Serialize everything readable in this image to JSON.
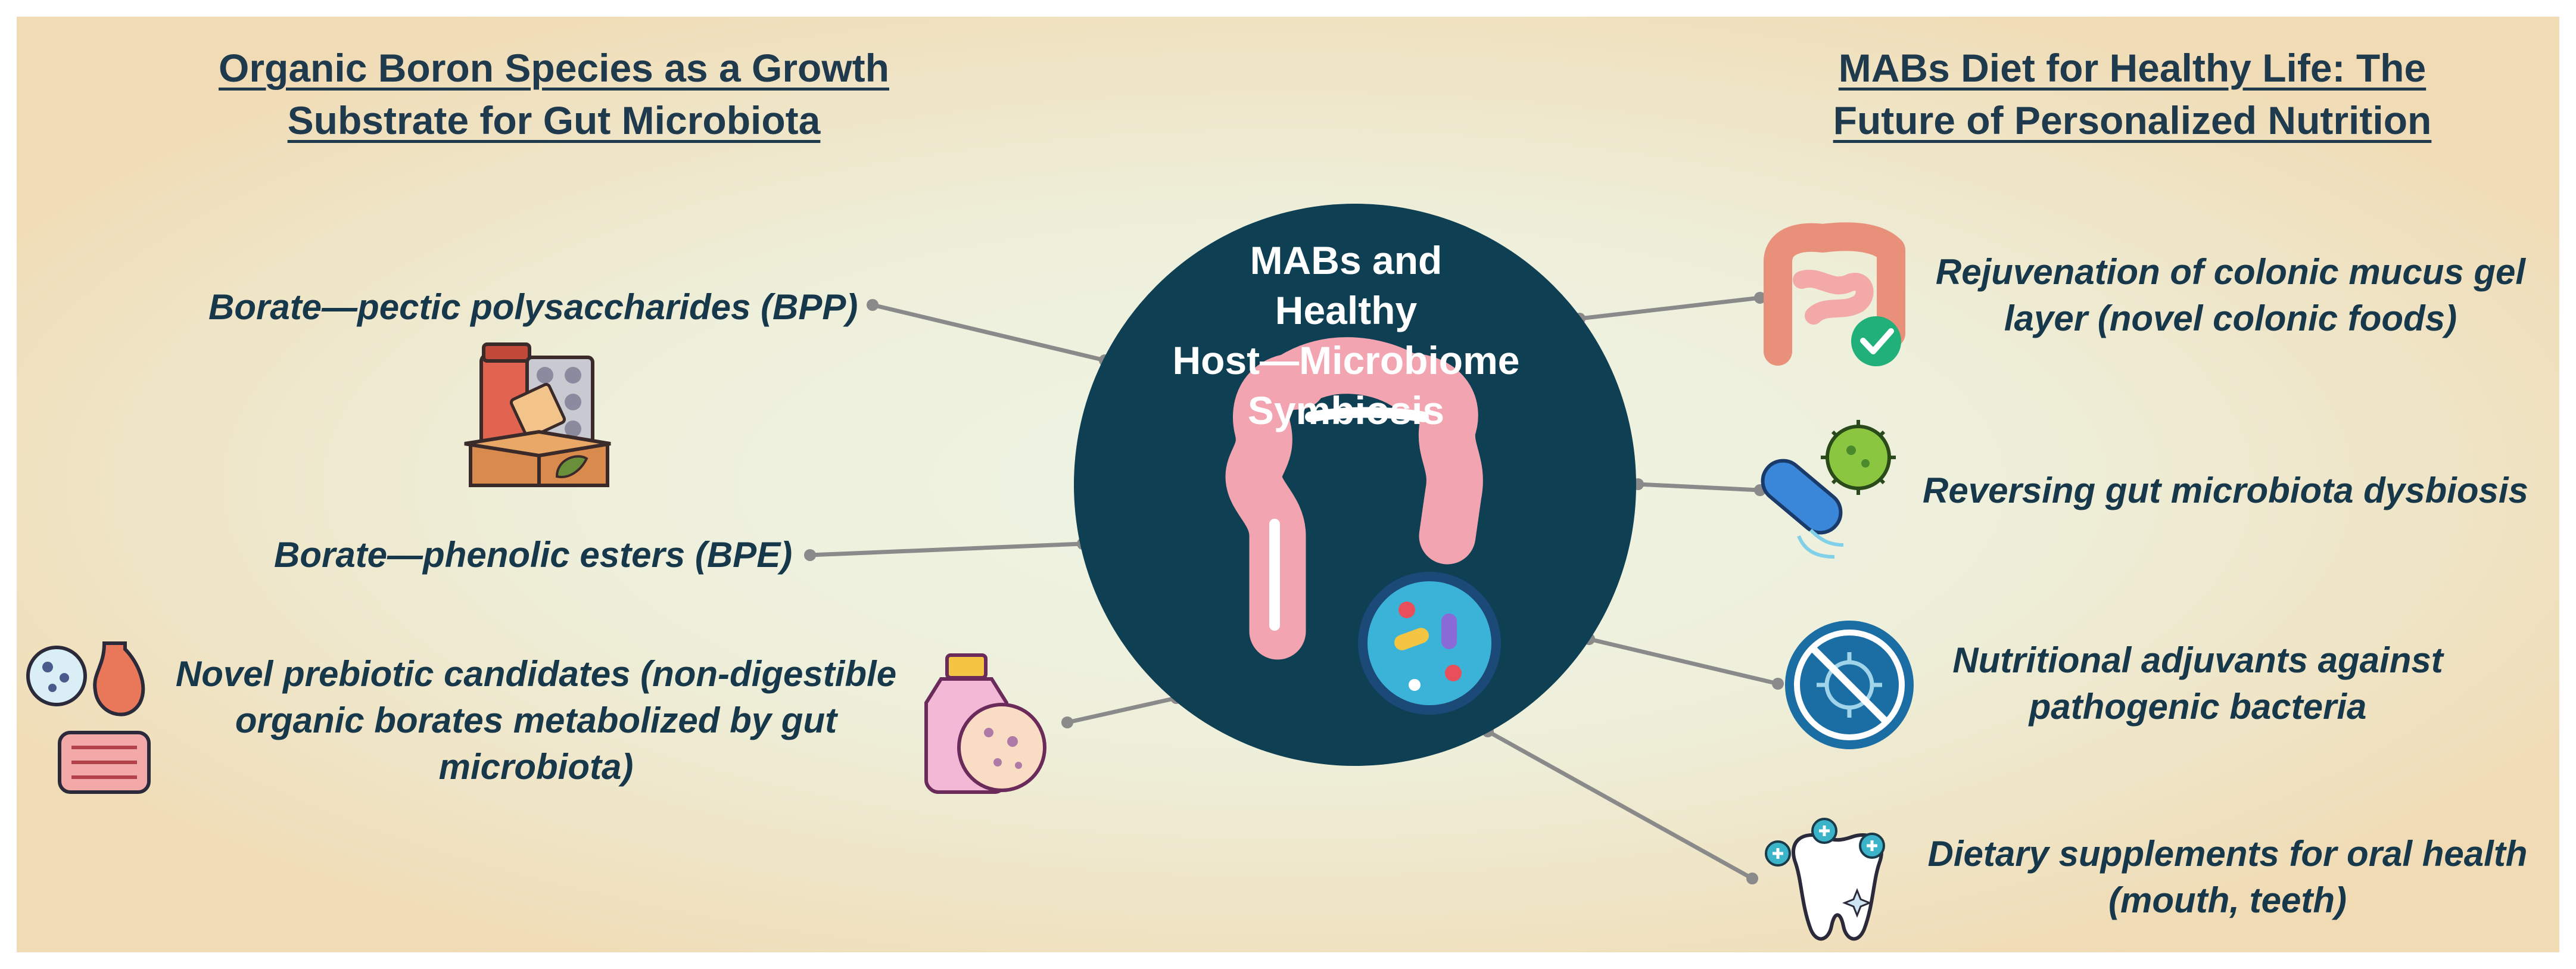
{
  "headings": {
    "left": [
      "Organic Boron Species as a Growth",
      "Substrate for Gut Microbiota"
    ],
    "right": [
      "MABs Diet for Healthy Life: The",
      "Future of Personalized Nutrition"
    ]
  },
  "center": {
    "title": [
      "MABs and",
      "Healthy",
      "Host—Microbiome",
      "Symbiosis"
    ]
  },
  "left_items": [
    {
      "lines": [
        "Borate—pectic polysaccharides (BPP)"
      ]
    },
    {
      "lines": [
        "Borate—phenolic esters (BPE)"
      ]
    },
    {
      "lines": [
        "Novel prebiotic candidates (non-digestible",
        "organic borates metabolized by gut",
        "microbiota)"
      ]
    }
  ],
  "right_items": [
    {
      "lines": [
        "Rejuvenation of colonic mucus gel",
        "layer (novel colonic foods)"
      ]
    },
    {
      "lines": [
        "Reversing gut microbiota dysbiosis"
      ]
    },
    {
      "lines": [
        "Nutritional adjuvants against",
        "pathogenic bacteria"
      ]
    },
    {
      "lines": [
        "Dietary supplements for oral health",
        "(mouth, teeth)"
      ]
    }
  ],
  "colors": {
    "background_outer": "#f0dcb6",
    "background_inner": "#eaf0dc",
    "circle": "#0f3f52",
    "text": "#17384a",
    "connector": "#8c8c8c"
  },
  "icons": [
    "supplements-box-icon",
    "stomach-intestine-icon",
    "probiotic-bottle-icon",
    "healthy-colon-icon",
    "bacteria-virus-icon",
    "no-pathogen-icon",
    "healthy-tooth-icon",
    "colon-microbiome-icon"
  ]
}
